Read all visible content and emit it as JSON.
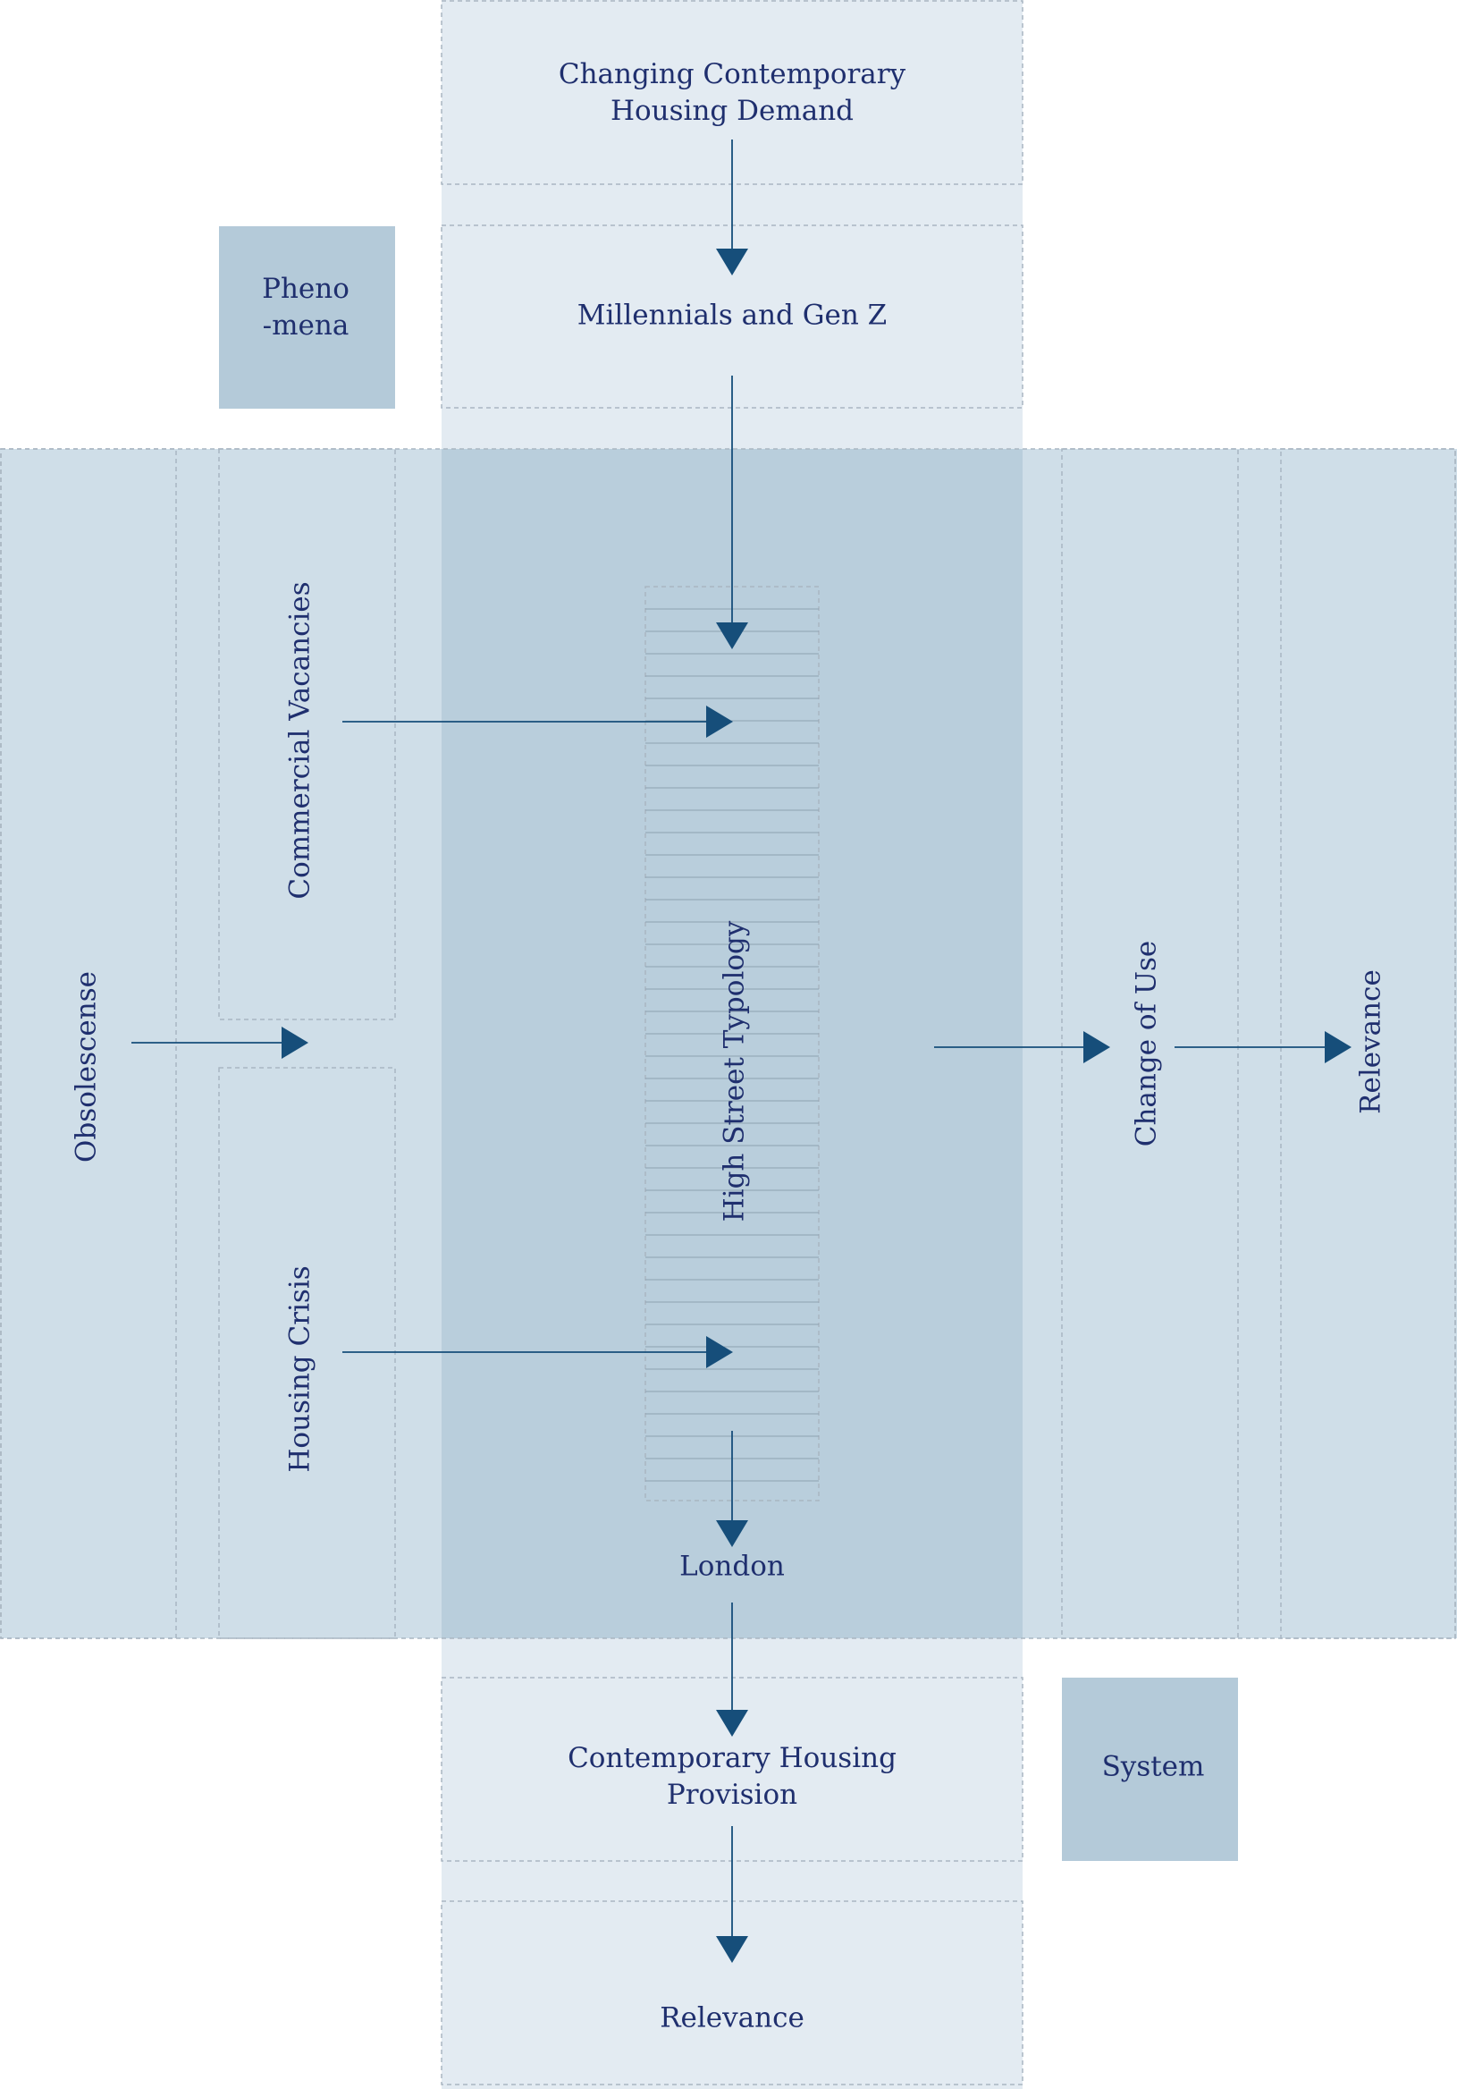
{
  "diagram": {
    "colors": {
      "light_panel": "#e3ebf2",
      "medium_band": "#cfdee8",
      "dark_core": "#b9cedc",
      "tag_box": "#b4cad9",
      "arrow": "#164e7a",
      "dashed": "#a9b6c2",
      "text": "#1f2f6e",
      "hatch_line": "#8da1b1"
    },
    "nodes": {
      "changing_demand": "Changing Contemporary\nHousing Demand",
      "millennials": "Millennials and Gen Z",
      "phenomena": "Pheno\n-mena",
      "commercial_vacancies": "Commercial Vacancies",
      "obsolescense": "Obsolescense",
      "housing_crisis": "Housing Crisis",
      "high_street": "High Street Typology",
      "london": "London",
      "change_of_use": "Change of Use",
      "relevance_right": "Relevance",
      "contemporary_provision": "Contemporary Housing\nProvision",
      "system": "System",
      "relevance_bottom": "Relevance"
    },
    "edges": [
      {
        "from": "Changing Contemporary Housing Demand",
        "to": "Millennials and Gen Z"
      },
      {
        "from": "Millennials and Gen Z",
        "to": "High Street Typology"
      },
      {
        "from": "Commercial Vacancies",
        "to": "High Street Typology"
      },
      {
        "from": "Obsolescense",
        "to": "Commercial Vacancies / Housing Crisis"
      },
      {
        "from": "Housing Crisis",
        "to": "High Street Typology"
      },
      {
        "from": "High Street Typology",
        "to": "London"
      },
      {
        "from": "High Street Typology",
        "to": "Change of Use"
      },
      {
        "from": "Change of Use",
        "to": "Relevance"
      },
      {
        "from": "London",
        "to": "Contemporary Housing Provision"
      },
      {
        "from": "Contemporary Housing Provision",
        "to": "Relevance"
      }
    ]
  }
}
